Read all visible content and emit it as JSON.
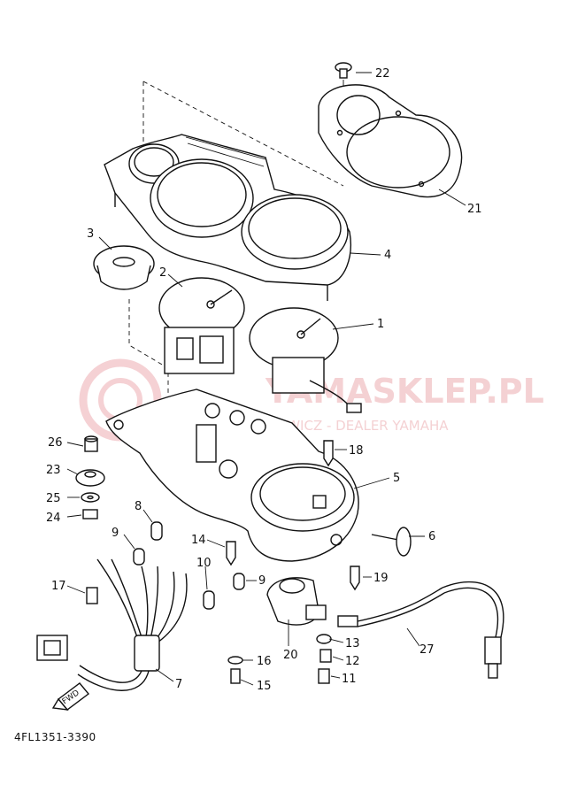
{
  "watermark": {
    "brand": "YAMASKLEP.PL",
    "tagline": "ROWICZ - DEALER YAMAHA"
  },
  "part_code": "4FL1351-3390",
  "fwd_label": "FWD",
  "callouts": [
    "22",
    "21",
    "3",
    "4",
    "2",
    "1",
    "26",
    "18",
    "23",
    "5",
    "25",
    "24",
    "8",
    "6",
    "9",
    "14",
    "19",
    "17",
    "10",
    "9",
    "20",
    "13",
    "16",
    "12",
    "27",
    "7",
    "15",
    "11"
  ]
}
